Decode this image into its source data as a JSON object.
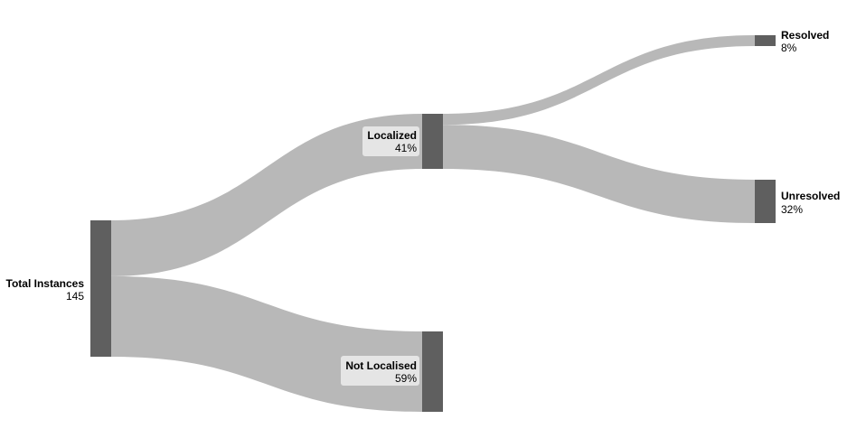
{
  "chart_data": {
    "type": "sankey",
    "nodes": [
      {
        "id": "total",
        "name": "Total Instances",
        "value_label": "145",
        "value": 145
      },
      {
        "id": "localized",
        "name": "Localized",
        "value_label": "41%",
        "value": 41
      },
      {
        "id": "not_localised",
        "name": "Not Localised",
        "value_label": "59%",
        "value": 59
      },
      {
        "id": "resolved",
        "name": "Resolved",
        "value_label": "8%",
        "value": 8
      },
      {
        "id": "unresolved",
        "name": "Unresolved",
        "value_label": "32%",
        "value": 32
      }
    ],
    "links": [
      {
        "source": "total",
        "target": "localized",
        "value": 41
      },
      {
        "source": "total",
        "target": "not_localised",
        "value": 59
      },
      {
        "source": "localized",
        "target": "resolved",
        "value": 8
      },
      {
        "source": "localized",
        "target": "unresolved",
        "value": 32
      }
    ]
  },
  "colors": {
    "node": "#5f5f5f",
    "link": "#b8b8b8",
    "label_box": "#e5e5e5"
  }
}
